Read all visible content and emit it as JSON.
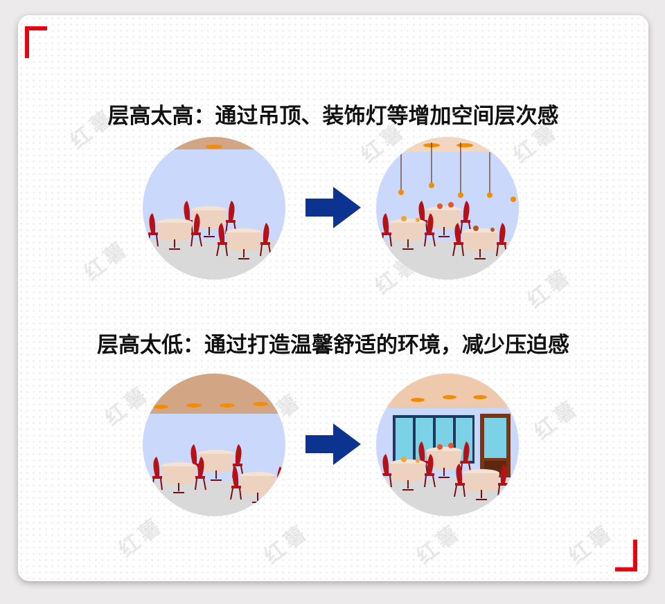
{
  "headings": {
    "high": "层高太高：通过吊顶、装饰灯等增加空间层次感",
    "low": "层高太低：通过打造温馨舒适的环境，减少压迫感"
  },
  "watermark": "红薯",
  "colors": {
    "accent_red": "#e60012",
    "arrow_blue": "#0d3390",
    "wall": "#c9d8fb",
    "ceiling": "#d2a684",
    "lamp": "#f28c00",
    "chair": "#b51218",
    "tablecloth": "#ecd2bf",
    "window": "#7bd2e6"
  },
  "icons": [
    "arrow-right-icon"
  ]
}
